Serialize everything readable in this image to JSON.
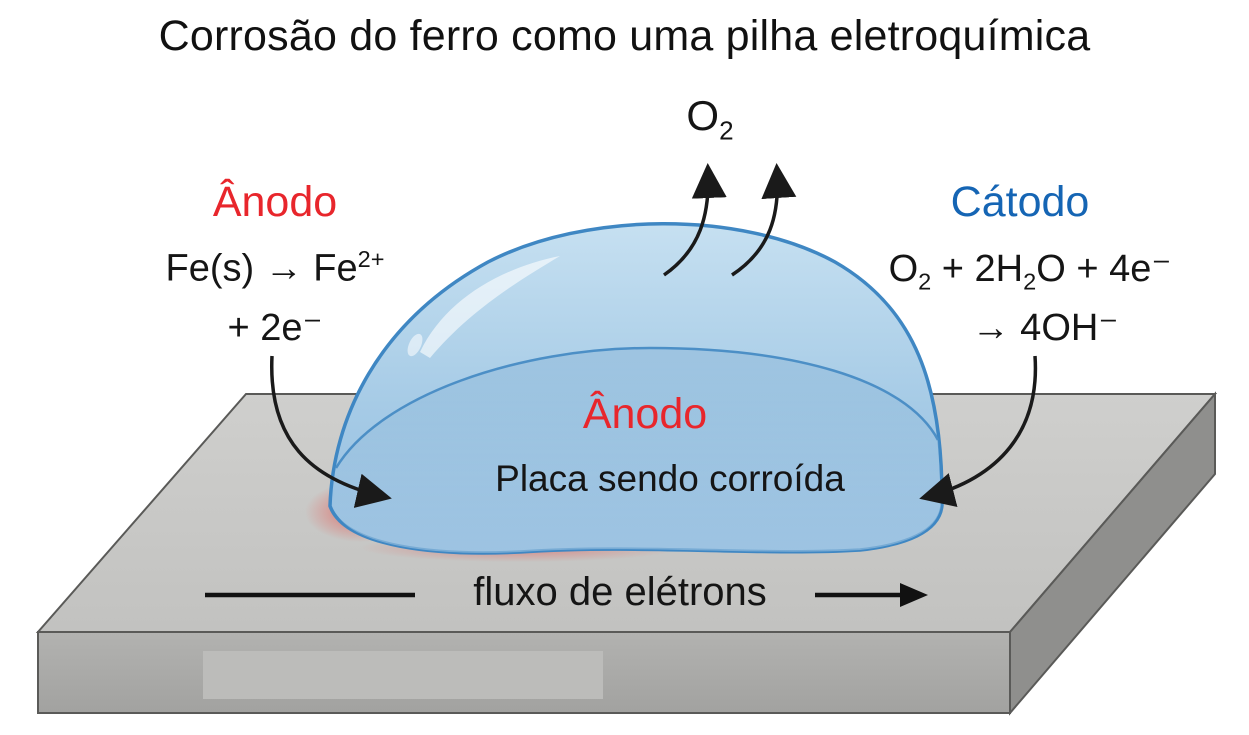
{
  "title": "Corrosão do ferro como uma pilha eletroquímica",
  "gas_label": {
    "base": "O",
    "sub": "2"
  },
  "anode_left": {
    "title": "Ânodo",
    "eq_line1": {
      "text": "Fe(s) → Fe",
      "sup": "2+"
    },
    "eq_line2": "+ 2e⁻"
  },
  "cathode_right": {
    "title": "Cátodo",
    "eq_line1": {
      "a": "O",
      "a_sub": "2",
      "b": " + 2H",
      "b_sub": "2",
      "c": "O + 4e⁻"
    },
    "eq_line2": "→ 4OH⁻"
  },
  "drop_labels": {
    "anode": "Ânodo",
    "plate": "Placa sendo corroída"
  },
  "flow_label": "fluxo de elétrons",
  "colors": {
    "anode_red": "#e8262c",
    "cathode_blue": "#1565b4",
    "plate_top": "#c9c9c7",
    "plate_front": "#a8a8a6",
    "plate_side": "#8d8d8b",
    "drop": "#a9cde6",
    "drop_edge": "#3f87c3",
    "corrosion_glow": "#e8504a"
  }
}
